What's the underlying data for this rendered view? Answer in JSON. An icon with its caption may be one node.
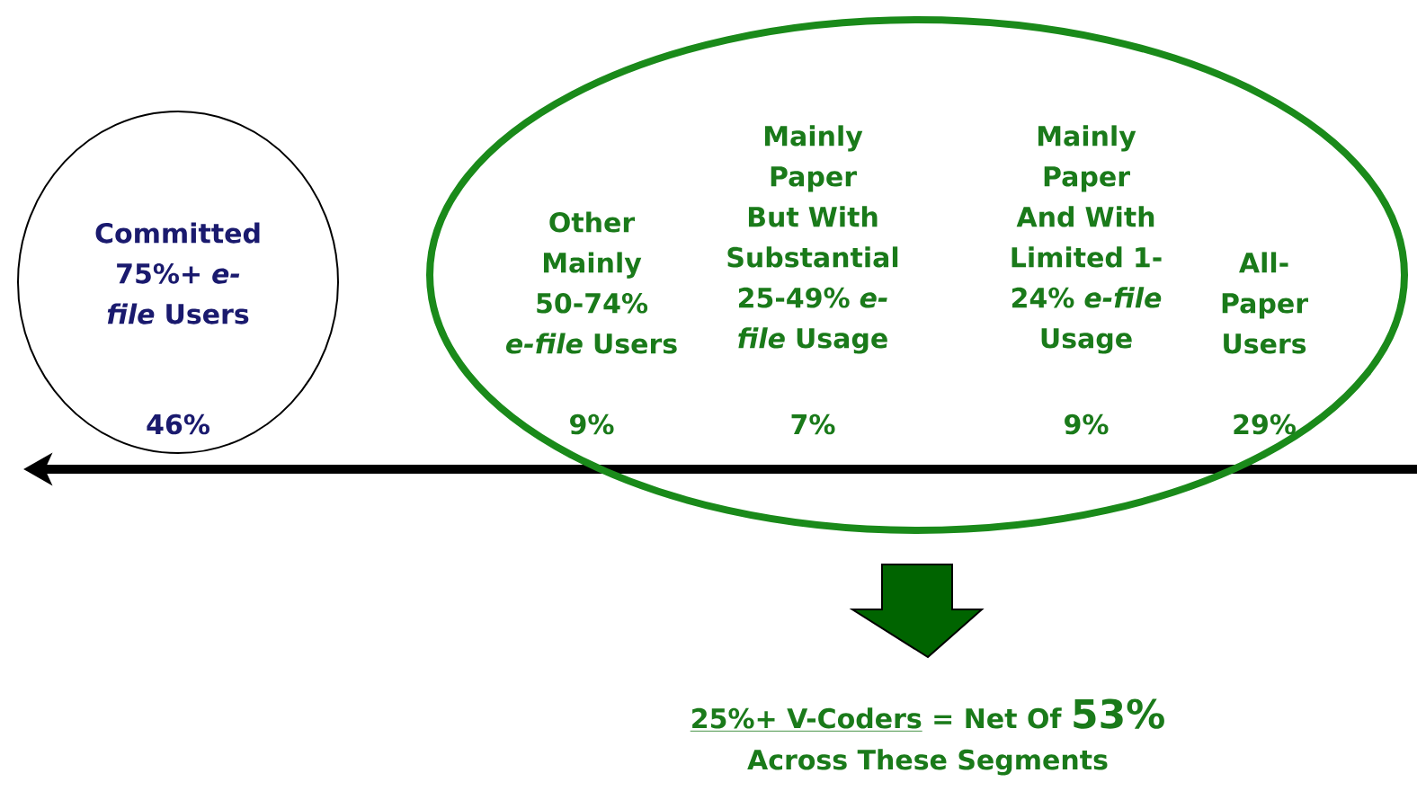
{
  "diagram": {
    "nodes": [
      {
        "text": [
          "Committed 75%+ *e-file* Users",
          "46%"
        ]
      },
      {
        "text": [
          "Other Mainly 50-74% *e-file* Users",
          "9%",
          "Mainly Paper But With Substantial 25-49% *e-file* Usage",
          "7%",
          "Mainly Paper And With Limited 1-24% *e-file* Usage",
          "9%",
          "All-Paper Users",
          "29%"
        ]
      },
      {
        "text": [
          "25%+ V-Coders",
          "= Net Of",
          "53%",
          "Across These Segments"
        ]
      }
    ],
    "edges": [
      {
        "from": 1,
        "to": 2,
        "arrow": "to"
      }
    ]
  }
}
